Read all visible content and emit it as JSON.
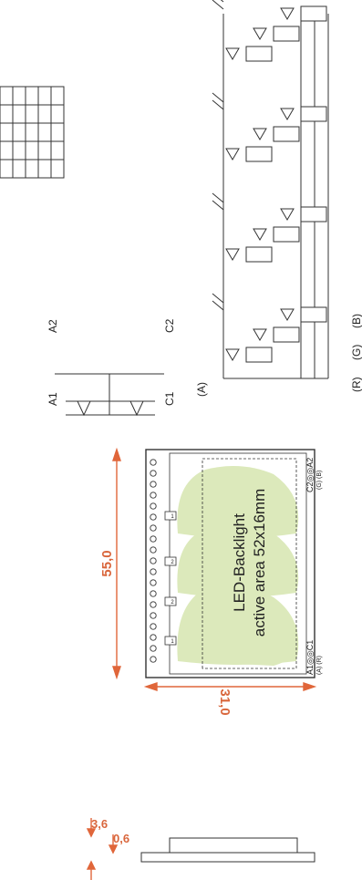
{
  "colors": {
    "line": "#333333",
    "dimension": "#e0663a",
    "backlight": "#d6e6b0"
  },
  "dimensions": {
    "length": "55,0",
    "width": "31,0",
    "thickness_total": "3,6",
    "thickness_led": "0,6"
  },
  "backlight": {
    "title": "LED-Backlight",
    "subtitle": "active area 52x16mm",
    "pin_left": "A1◎◎C1",
    "pin_left_sub": "(A) (R)",
    "pin_right": "C2◎◎A2",
    "pin_right_sub": "(G) (B)",
    "segment_marks": [
      "1",
      "2",
      "2",
      "1"
    ]
  },
  "schematic": {
    "a1": "A1",
    "a2": "A2",
    "c1": "C1",
    "c2": "C2",
    "anode": "(A)",
    "r": "(R)",
    "g": "(G)",
    "b": "(B)"
  }
}
